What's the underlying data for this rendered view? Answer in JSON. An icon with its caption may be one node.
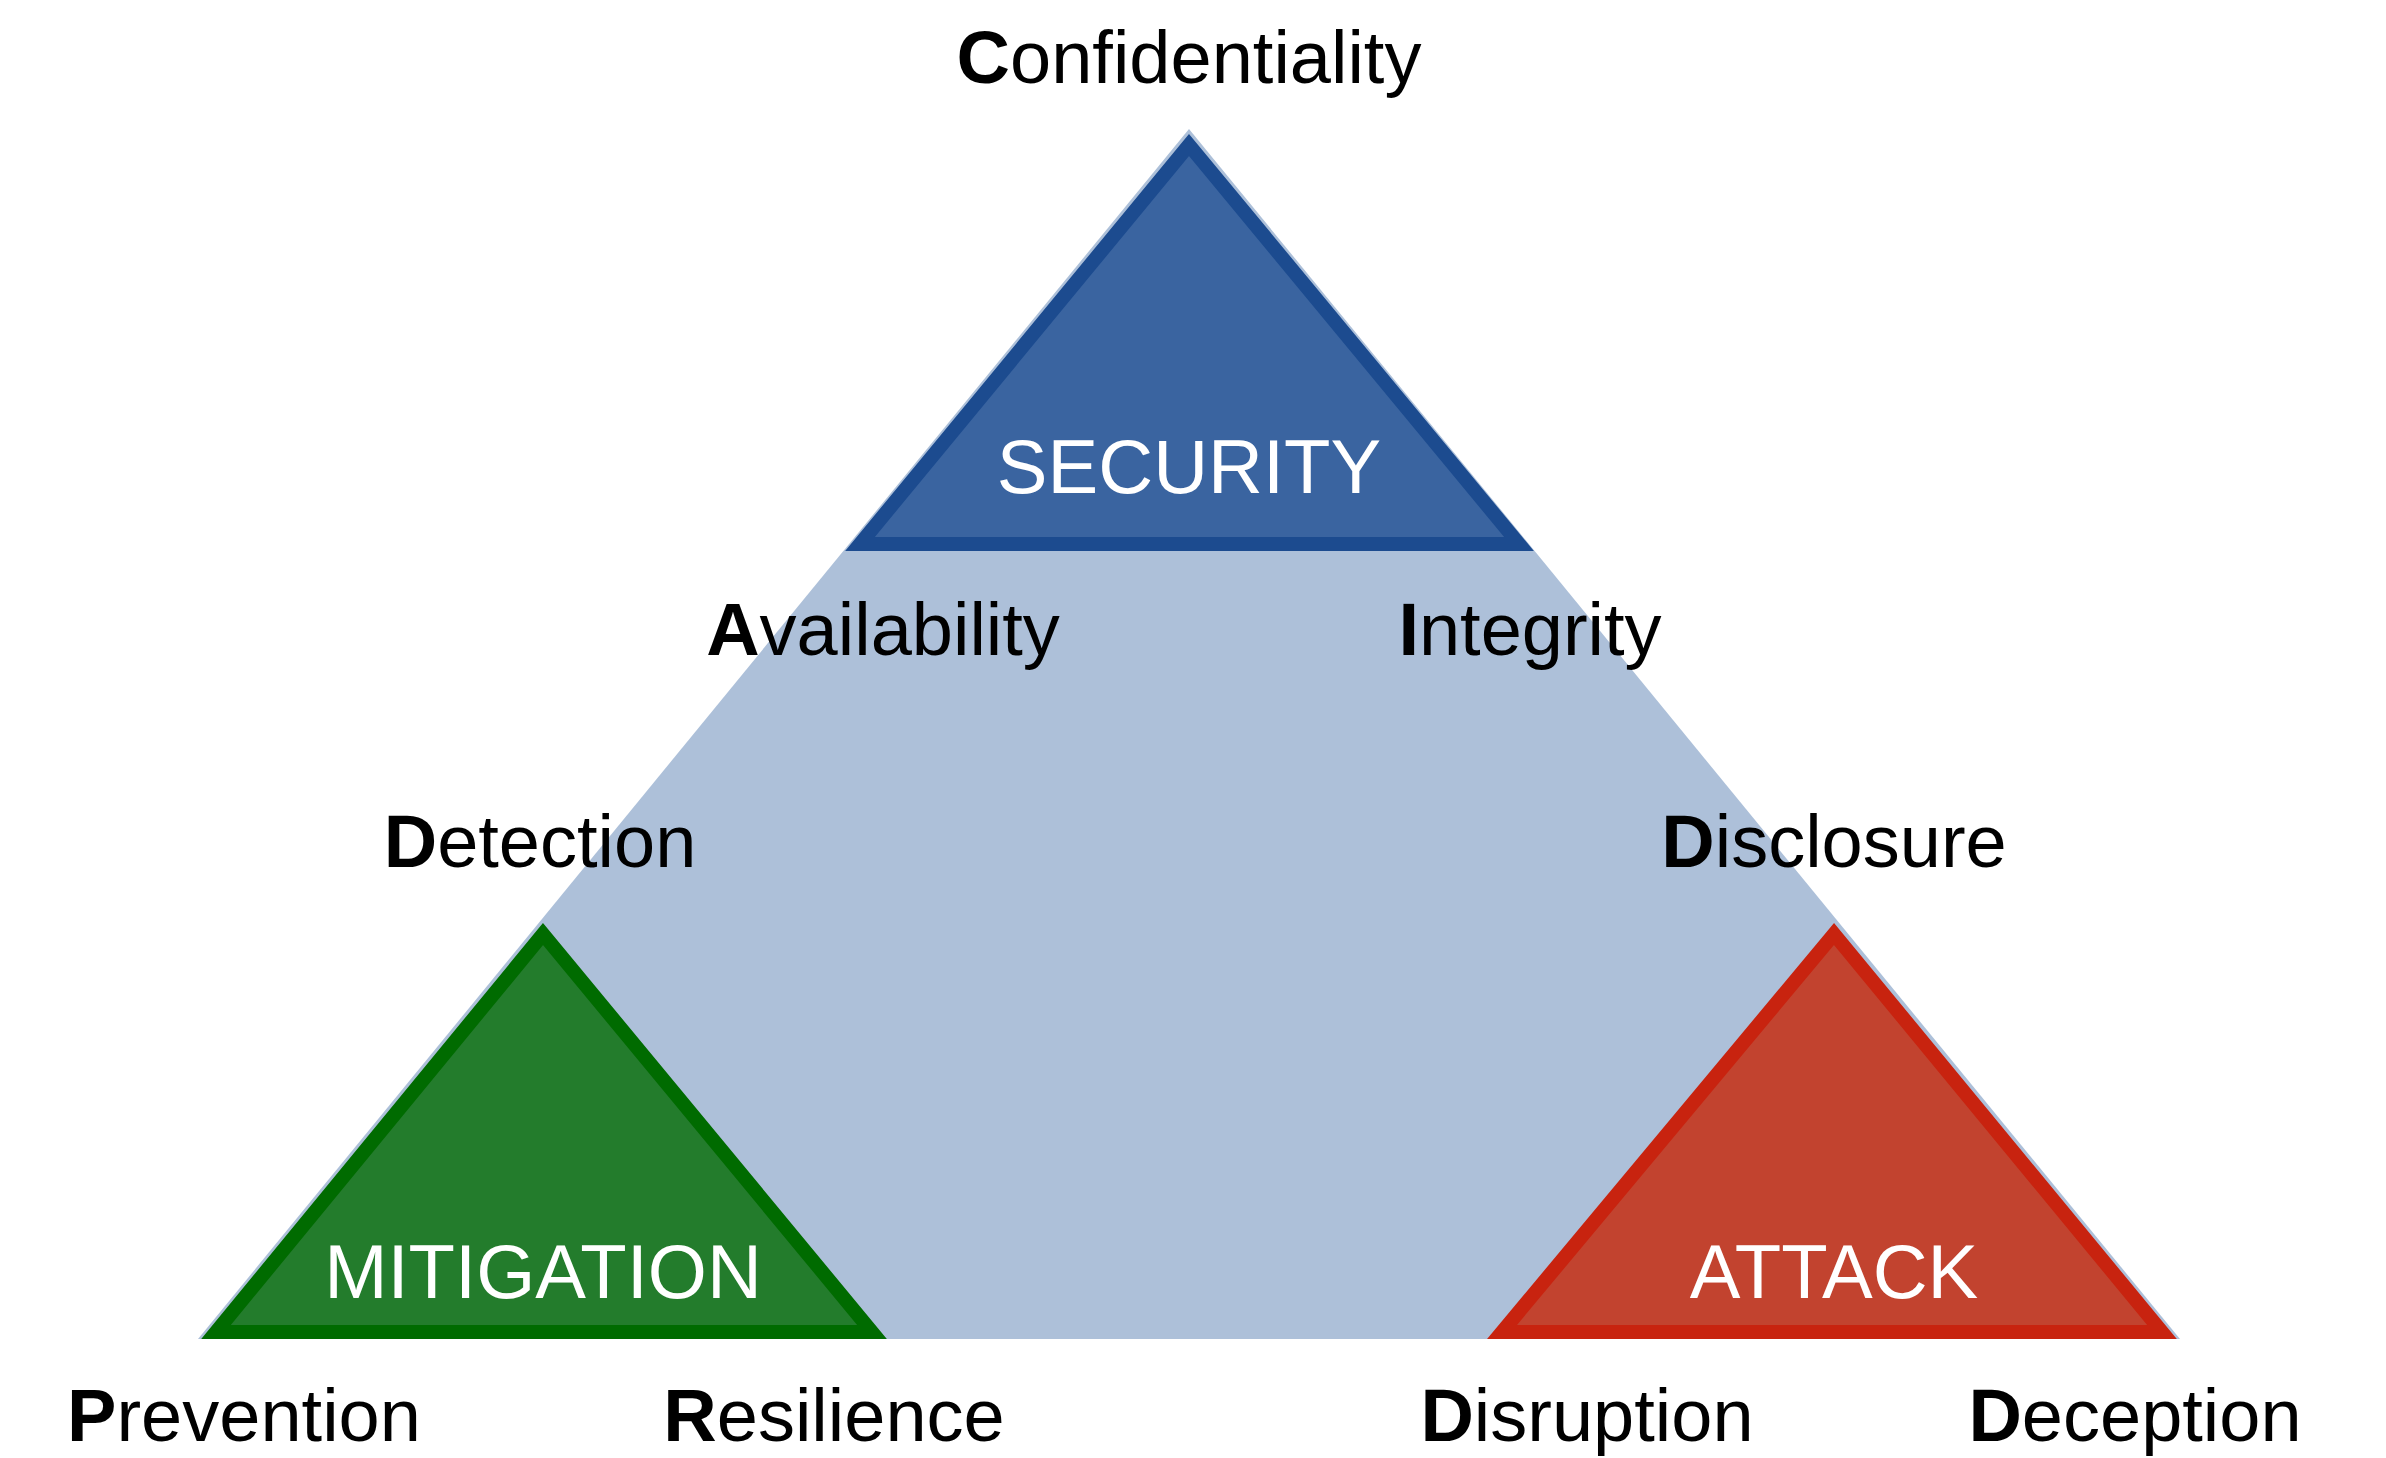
{
  "diagram": {
    "nodes": [
      {
        "text": [
          "SECURITY"
        ],
        "beside": [
          "**C**onfidentiality",
          "**A**vailability",
          "**I**ntegrity"
        ]
      },
      {
        "text": [
          "MITIGATION"
        ],
        "beside": [
          "**D**etection",
          "**P**revention",
          "**R**esilience"
        ]
      },
      {
        "text": [
          "ATTACK"
        ],
        "beside": [
          "**D**isclosure",
          "**D**isruption",
          "**D**eception"
        ]
      }
    ]
  }
}
